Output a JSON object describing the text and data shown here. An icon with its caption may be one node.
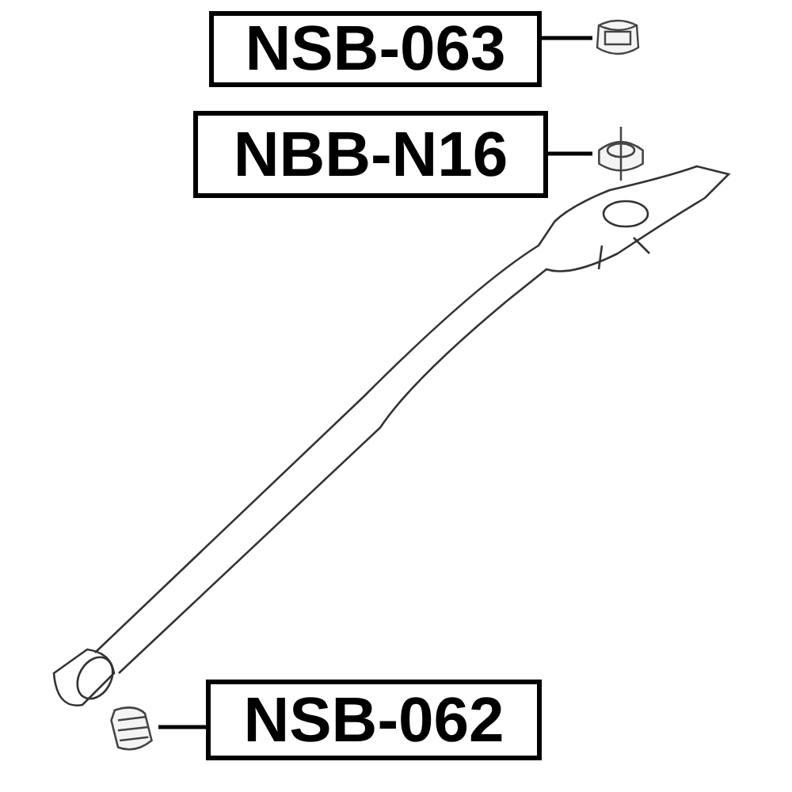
{
  "diagram": {
    "nodes": [
      {
        "text": [
          "NSB-063"
        ]
      },
      {
        "text": [],
        "shape": "picture"
      },
      {
        "text": [
          "NBB-N16"
        ]
      },
      {
        "text": [],
        "shape": "picture"
      },
      {
        "text": [
          "NSB-062"
        ]
      },
      {
        "text": [],
        "shape": "picture"
      }
    ],
    "edges": [
      {
        "from": 0,
        "to": 1,
        "arrow": "none"
      },
      {
        "from": 2,
        "to": 3,
        "arrow": "none"
      },
      {
        "from": 4,
        "to": 5,
        "arrow": "none"
      }
    ]
  }
}
